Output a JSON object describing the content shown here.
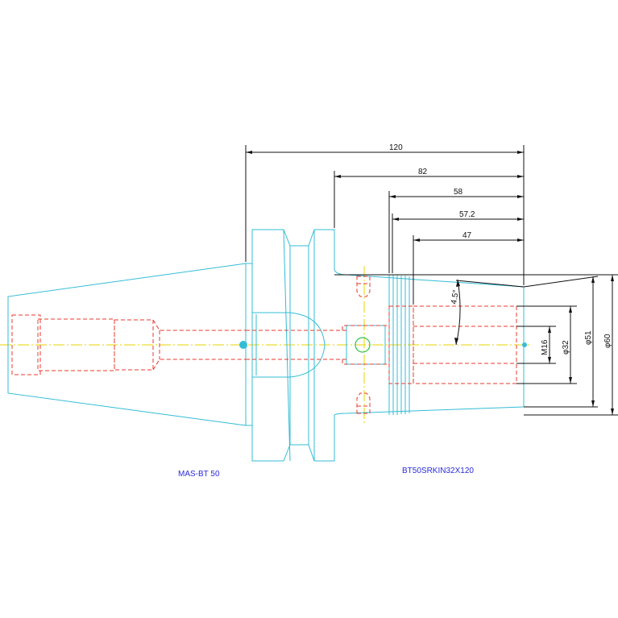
{
  "dimensions": {
    "length_120": "120",
    "length_82": "82",
    "length_58": "58",
    "length_57_2": "57.2",
    "length_47": "47",
    "angle": "4.5°",
    "thread": "M16",
    "dia_32": "φ32",
    "dia_51": "φ51",
    "dia_60": "φ60"
  },
  "labels": {
    "taper": "MAS-BT 50",
    "model": "BT50SRKIN32X120"
  },
  "colors": {
    "outline": "#33bcd6",
    "hidden": "#e83a2e",
    "centerline": "#e8d400",
    "dimension": "#111111",
    "label": "#2a2ad8"
  }
}
